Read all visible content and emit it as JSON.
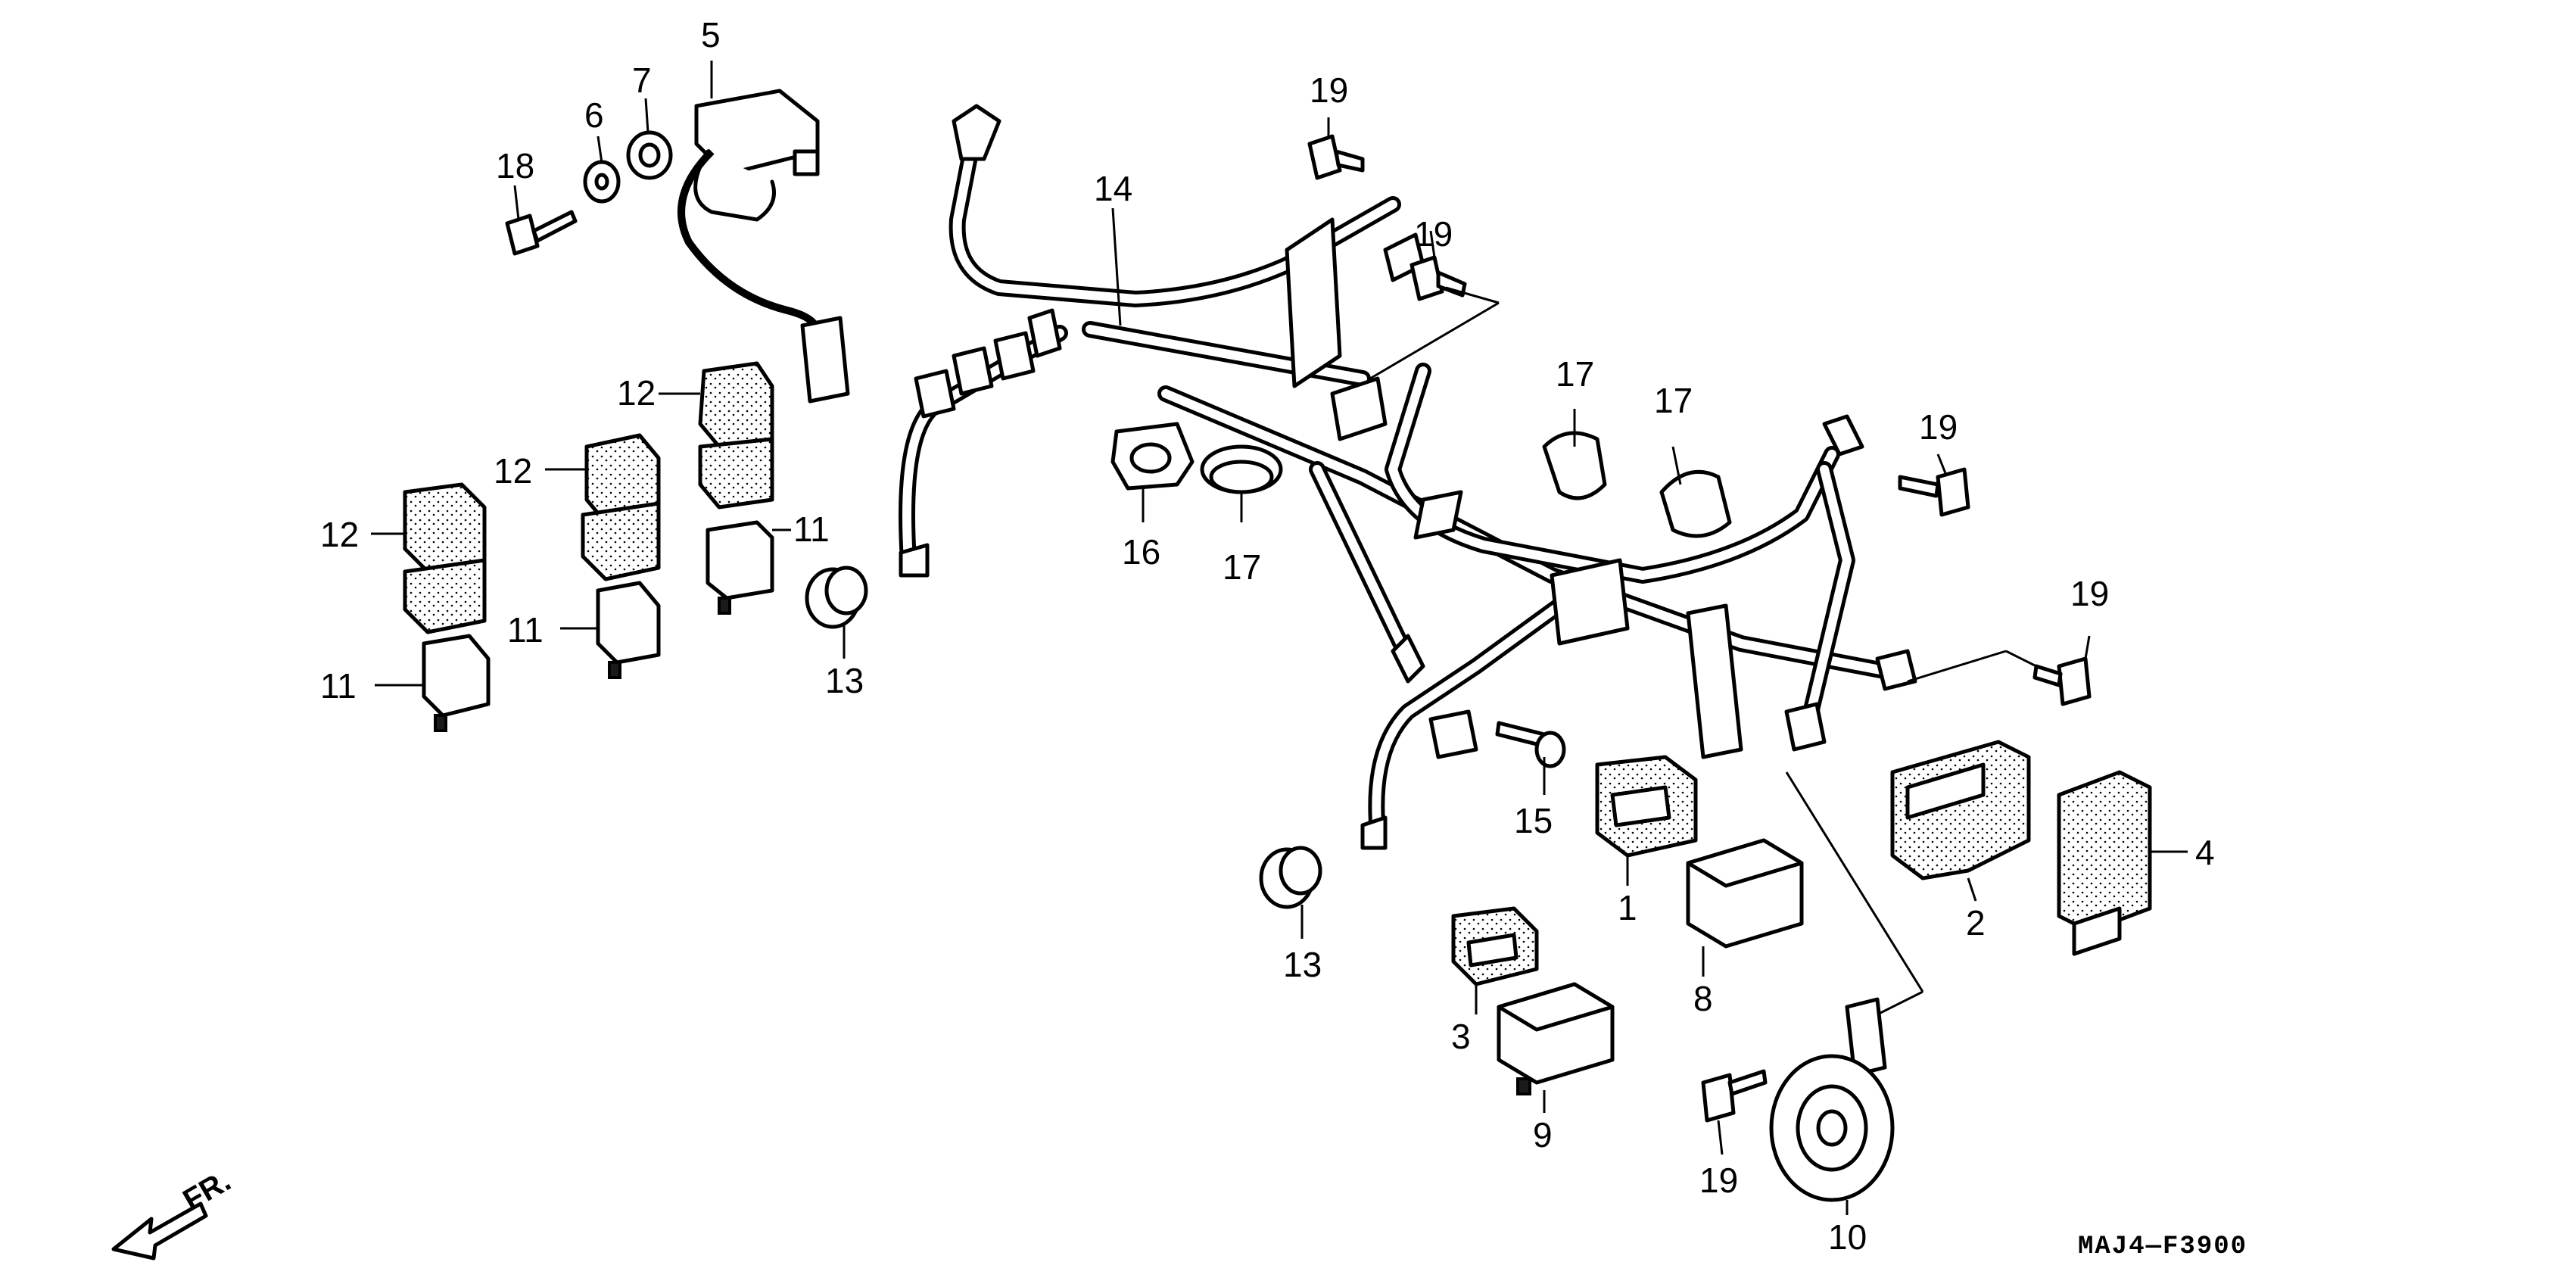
{
  "diagram": {
    "drawing_code": "MAJ4—F3900",
    "front_indicator": "FR.",
    "callouts": {
      "c1": "1",
      "c2": "2",
      "c3": "3",
      "c4": "4",
      "c5": "5",
      "c6": "6",
      "c7": "7",
      "c8": "8",
      "c9": "9",
      "c10": "10",
      "c11a": "11",
      "c11b": "11",
      "c11c": "11",
      "c12a": "12",
      "c12b": "12",
      "c12c": "12",
      "c13a": "13",
      "c13b": "13",
      "c14": "14",
      "c15": "15",
      "c16": "16",
      "c17a": "17",
      "c17b": "17",
      "c17c": "17",
      "c18": "18",
      "c19a": "19",
      "c19b": "19",
      "c19c": "19",
      "c19d": "19",
      "c19e": "19"
    }
  }
}
